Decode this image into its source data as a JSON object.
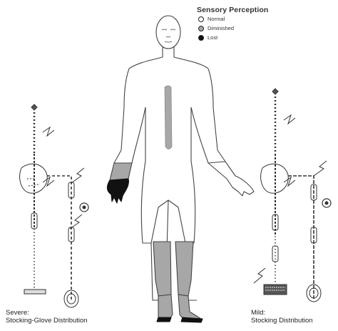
{
  "legend": {
    "title": "Sensory Perception",
    "items": [
      {
        "label": "Normal",
        "color": "#ffffff"
      },
      {
        "label": "Diminished",
        "color": "#a7a7a7"
      },
      {
        "label": "Lost",
        "color": "#111111"
      }
    ]
  },
  "captions": {
    "left": {
      "line1": "Severe:",
      "line2": "Stocking-Glove Distribution"
    },
    "right": {
      "line1": "Mild:",
      "line2": "Stocking Distribution"
    }
  }
}
